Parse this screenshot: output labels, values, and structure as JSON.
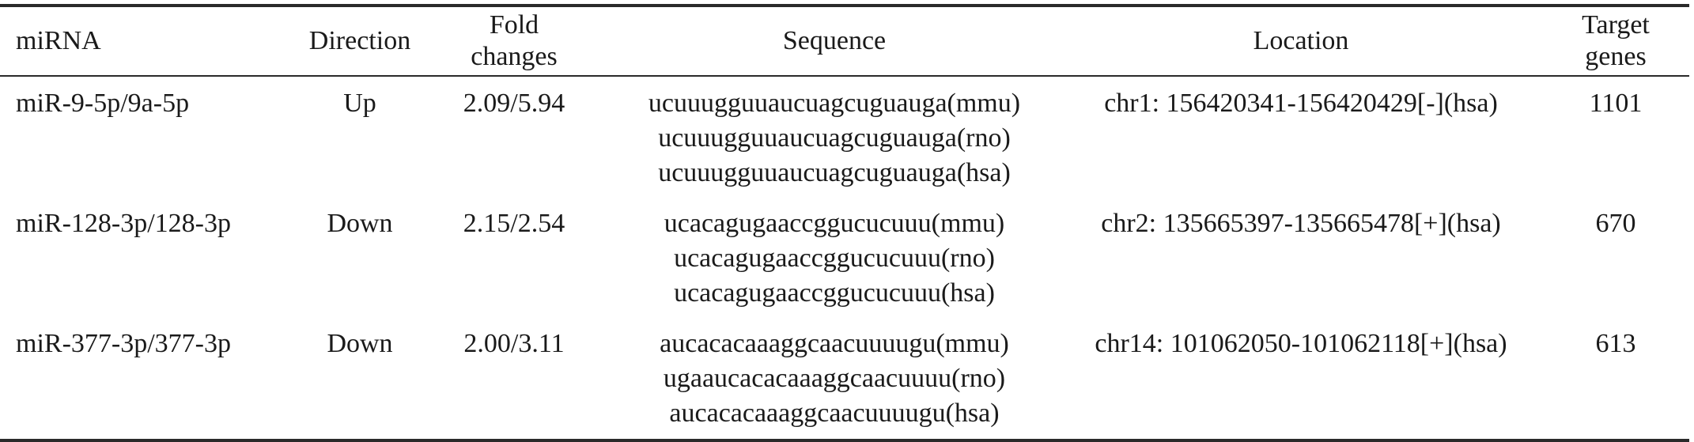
{
  "table": {
    "headers": {
      "mirna": "miRNA",
      "direction": "Direction",
      "fold_line1": "Fold",
      "fold_line2": "changes",
      "sequence": "Sequence",
      "location": "Location",
      "target_line1": "Target",
      "target_line2": "genes"
    },
    "rows": [
      {
        "mirna": "miR-9-5p/9a-5p",
        "direction": "Up",
        "fold": "2.09/5.94",
        "sequences": [
          "ucuuugguuaucuagcuguauga(mmu)",
          "ucuuugguuaucuagcuguauga(rno)",
          "ucuuugguuaucuagcuguauga(hsa)"
        ],
        "location": "chr1: 156420341-156420429[-](hsa)",
        "target_genes": "1101"
      },
      {
        "mirna": "miR-128-3p/128-3p",
        "direction": "Down",
        "fold": "2.15/2.54",
        "sequences": [
          "ucacagugaaccggucucuuu(mmu)",
          "ucacagugaaccggucucuuu(rno)",
          "ucacagugaaccggucucuuu(hsa)"
        ],
        "location": "chr2: 135665397-135665478[+](hsa)",
        "target_genes": "670"
      },
      {
        "mirna": "miR-377-3p/377-3p",
        "direction": "Down",
        "fold": "2.00/3.11",
        "sequences": [
          "aucacacaaaggcaacuuuugu(mmu)",
          "ugaaucacacaaaggcaacuuuu(rno)",
          "aucacacaaaggcaacuuuugu(hsa)"
        ],
        "location": "chr14: 101062050-101062118[+](hsa)",
        "target_genes": "613"
      }
    ]
  }
}
